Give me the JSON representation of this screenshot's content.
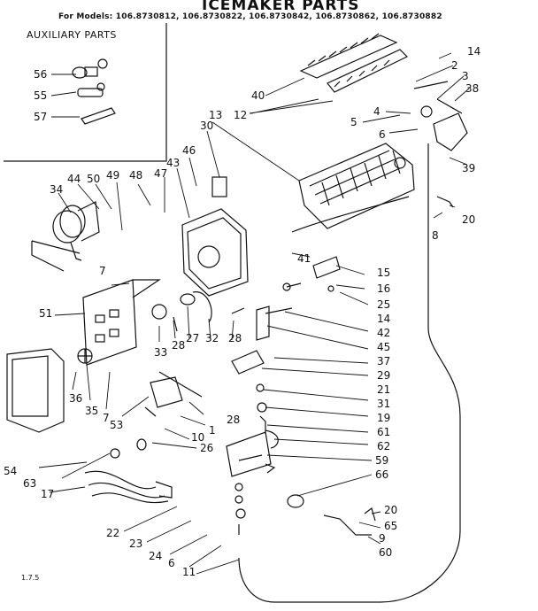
{
  "header": {
    "title": "ICEMAKER PARTS",
    "models": "For Models: 106.8730812, 106.8730822, 106.8730842, 106.8730862, 106.8730882"
  },
  "auxiliary_box": {
    "title": "AUXILIARY PARTS"
  },
  "footer_code": "1.7.5",
  "callouts": {
    "c56": "56",
    "c55": "55",
    "c57": "57",
    "c40": "40",
    "c14a": "14",
    "c2": "2",
    "c3": "3",
    "c38": "38",
    "c12": "12",
    "c13": "13",
    "c4": "4",
    "c5": "5",
    "c6a": "6",
    "c39": "39",
    "c30": "30",
    "c46": "46",
    "c43": "43",
    "c47": "47",
    "c48": "48",
    "c49": "49",
    "c50": "50",
    "c44": "44",
    "c34": "34",
    "c20a": "20",
    "c8": "8",
    "c41": "41",
    "c15": "15",
    "c16": "16",
    "c25": "25",
    "c14b": "14",
    "c7a": "7",
    "c51": "51",
    "c42": "42",
    "c45": "45",
    "c37": "37",
    "c29": "29",
    "c21": "21",
    "c31": "31",
    "c19": "19",
    "c61": "61",
    "c62": "62",
    "c33": "33",
    "c28a": "28",
    "c27": "27",
    "c32": "32",
    "c28b": "28",
    "c36": "36",
    "c35": "35",
    "c7b": "7",
    "c53": "53",
    "c1": "1",
    "c28c": "28",
    "c10": "10",
    "c26": "26",
    "c54": "54",
    "c63": "63",
    "c17": "17",
    "c59": "59",
    "c66": "66",
    "c20b": "20",
    "c65": "65",
    "c9": "9",
    "c60": "60",
    "c22": "22",
    "c23": "23",
    "c24": "24",
    "c6b": "6",
    "c11": "11"
  }
}
